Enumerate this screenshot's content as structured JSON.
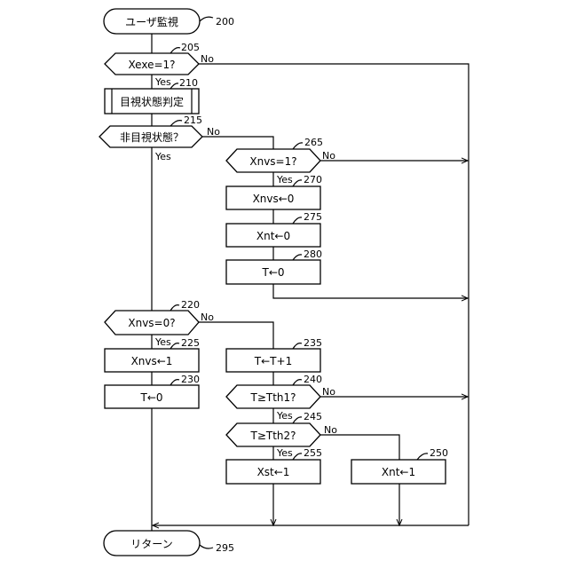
{
  "terminals": {
    "start": {
      "label": "ユーザ監視",
      "ref": "200"
    },
    "end": {
      "label": "リターン",
      "ref": "295"
    }
  },
  "decisions": {
    "d205": {
      "label": "Xexe=1?",
      "ref": "205",
      "yes": "Yes",
      "no": "No"
    },
    "d215": {
      "label": "非目視状態？",
      "ref": "215",
      "yes": "Yes",
      "no": "No"
    },
    "d265": {
      "label": "Xnvs=1?",
      "ref": "265",
      "yes": "Yes",
      "no": "No"
    },
    "d220": {
      "label": "Xnvs=0?",
      "ref": "220",
      "yes": "Yes",
      "no": "No"
    },
    "d240": {
      "label": "T≥Tth1?",
      "ref": "240",
      "yes": "Yes",
      "no": "No"
    },
    "d245": {
      "label": "T≥Tth2?",
      "ref": "245",
      "yes": "Yes",
      "no": "No"
    }
  },
  "subroutine": {
    "label": "目視状態判定",
    "ref": "210"
  },
  "processes": {
    "p270": {
      "label": "Xnvs←0",
      "ref": "270"
    },
    "p275": {
      "label": "Xnt←0",
      "ref": "275"
    },
    "p280": {
      "label": "T←0",
      "ref": "280"
    },
    "p225": {
      "label": "Xnvs←1",
      "ref": "225"
    },
    "p230": {
      "label": "T←0",
      "ref": "230"
    },
    "p235": {
      "label": "T←T+1",
      "ref": "235"
    },
    "p255": {
      "label": "Xst←1",
      "ref": "255"
    },
    "p250": {
      "label": "Xnt←1",
      "ref": "250"
    }
  }
}
